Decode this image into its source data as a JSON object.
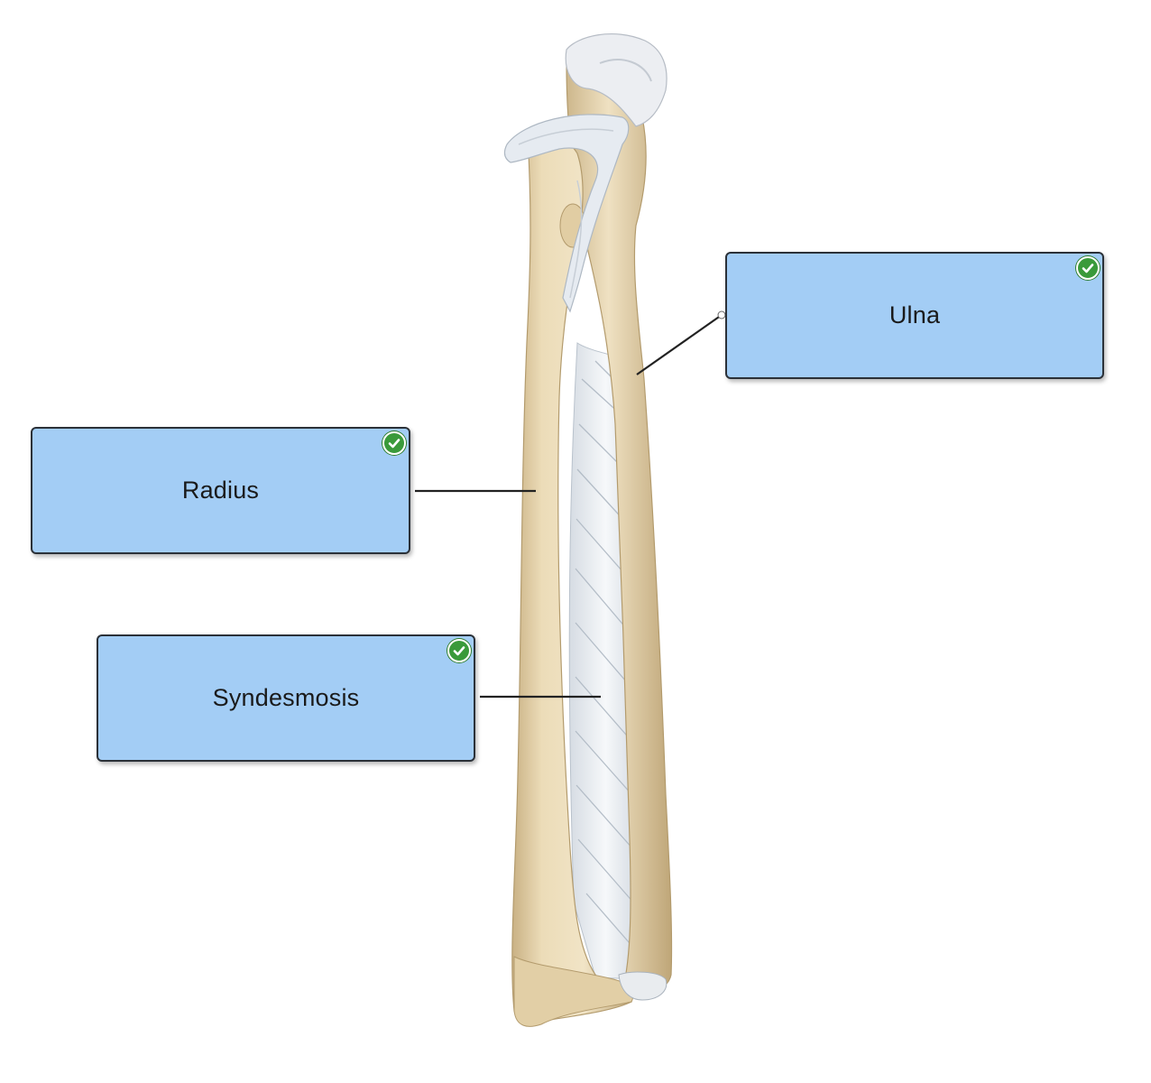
{
  "colors": {
    "label_fill": "#a3cdf5",
    "label_border": "#2b3138",
    "check_green": "#3a9a3a",
    "bone": "#ead9b3",
    "bone_shade": "#c8b286",
    "ligament": "#eef1f4"
  },
  "labels": [
    {
      "id": "ulna",
      "text": "Ulna",
      "status_icon": "check-circle-icon"
    },
    {
      "id": "radius",
      "text": "Radius",
      "status_icon": "check-circle-icon"
    },
    {
      "id": "syndesmosis",
      "text": "Syndesmosis",
      "status_icon": "check-circle-icon"
    }
  ]
}
